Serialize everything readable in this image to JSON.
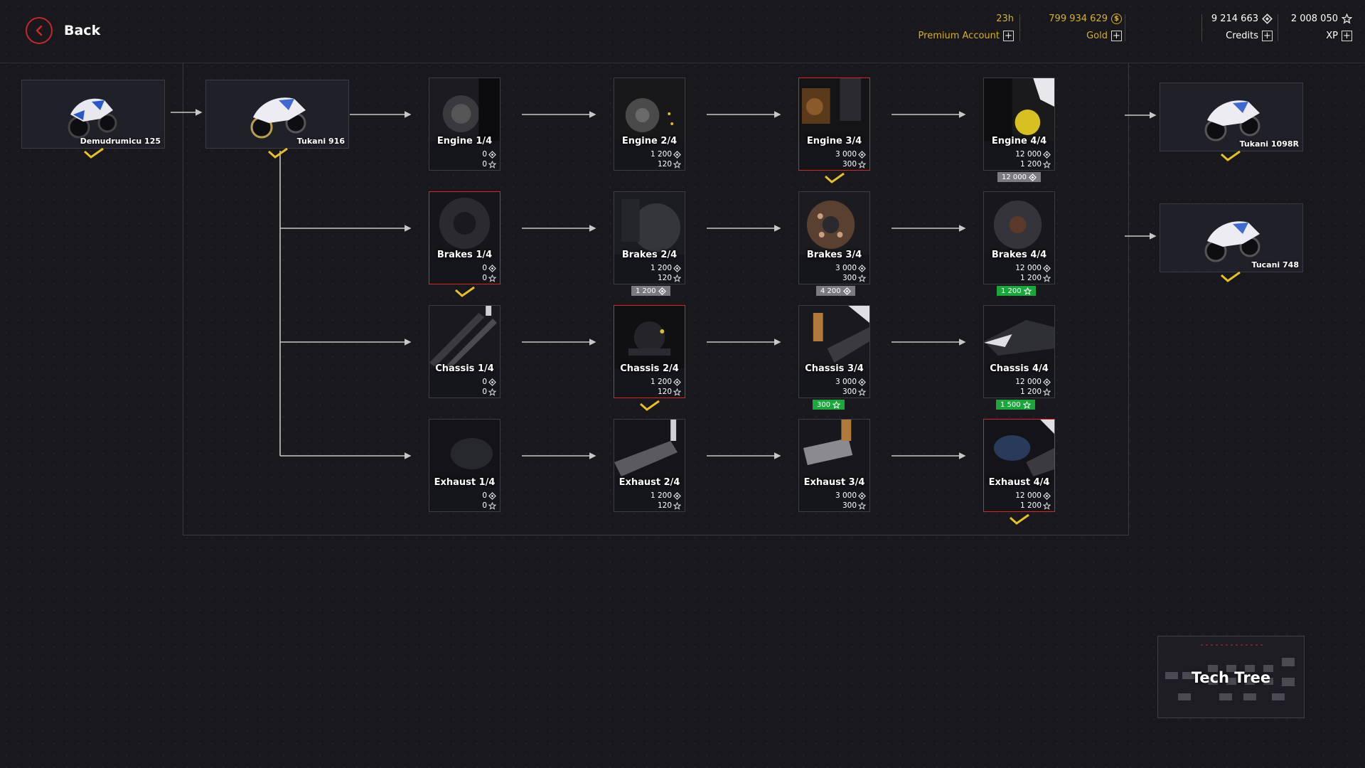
{
  "header": {
    "back_label": "Back",
    "timer": "23h",
    "premium_account_label": "Premium Account",
    "gold_value": "799 934 629",
    "gold_label": "Gold",
    "credits_value": "9 214 663",
    "credits_label": "Credits",
    "xp_value": "2 008 050",
    "xp_label": "XP"
  },
  "bikes": {
    "demudrumicu": {
      "name": "Demudrumicu 125"
    },
    "tukani916": {
      "name": "Tukani 916"
    },
    "tukani1098r": {
      "name": "Tukani 1098R"
    },
    "tucani748": {
      "name": "Tucani 748"
    }
  },
  "modules": {
    "engine1": {
      "name": "Engine 1/4",
      "credits": "0",
      "xp": "0"
    },
    "engine2": {
      "name": "Engine 2/4",
      "credits": "1 200",
      "xp": "120"
    },
    "engine3": {
      "name": "Engine 3/4",
      "credits": "3 000",
      "xp": "300"
    },
    "engine4": {
      "name": "Engine 4/4",
      "credits": "12 000",
      "xp": "1 200",
      "badge": "12 000"
    },
    "brakes1": {
      "name": "Brakes 1/4",
      "credits": "0",
      "xp": "0"
    },
    "brakes2": {
      "name": "Brakes 2/4",
      "credits": "1 200",
      "xp": "120",
      "badge": "1 200"
    },
    "brakes3": {
      "name": "Brakes 3/4",
      "credits": "3 000",
      "xp": "300",
      "badge": "4 200"
    },
    "brakes4": {
      "name": "Brakes 4/4",
      "credits": "12 000",
      "xp": "1 200",
      "badge": "1 200"
    },
    "chassis1": {
      "name": "Chassis 1/4",
      "credits": "0",
      "xp": "0"
    },
    "chassis2": {
      "name": "Chassis 2/4",
      "credits": "1 200",
      "xp": "120"
    },
    "chassis3": {
      "name": "Chassis 3/4",
      "credits": "3 000",
      "xp": "300",
      "badge": "300"
    },
    "chassis4": {
      "name": "Chassis 4/4",
      "credits": "12 000",
      "xp": "1 200",
      "badge": "1 500"
    },
    "exhaust1": {
      "name": "Exhaust 1/4",
      "credits": "0",
      "xp": "0"
    },
    "exhaust2": {
      "name": "Exhaust 2/4",
      "credits": "1 200",
      "xp": "120"
    },
    "exhaust3": {
      "name": "Exhaust 3/4",
      "credits": "3 000",
      "xp": "300"
    },
    "exhaust4": {
      "name": "Exhaust 4/4",
      "credits": "12 000",
      "xp": "1 200"
    }
  },
  "techtree": {
    "label": "Tech Tree"
  },
  "colors": {
    "accent_red": "#d6262b",
    "gold": "#d7b12c",
    "check_yellow": "#e6c21f",
    "badge_green": "#1aa83a",
    "badge_gray": "#7a7a80"
  }
}
